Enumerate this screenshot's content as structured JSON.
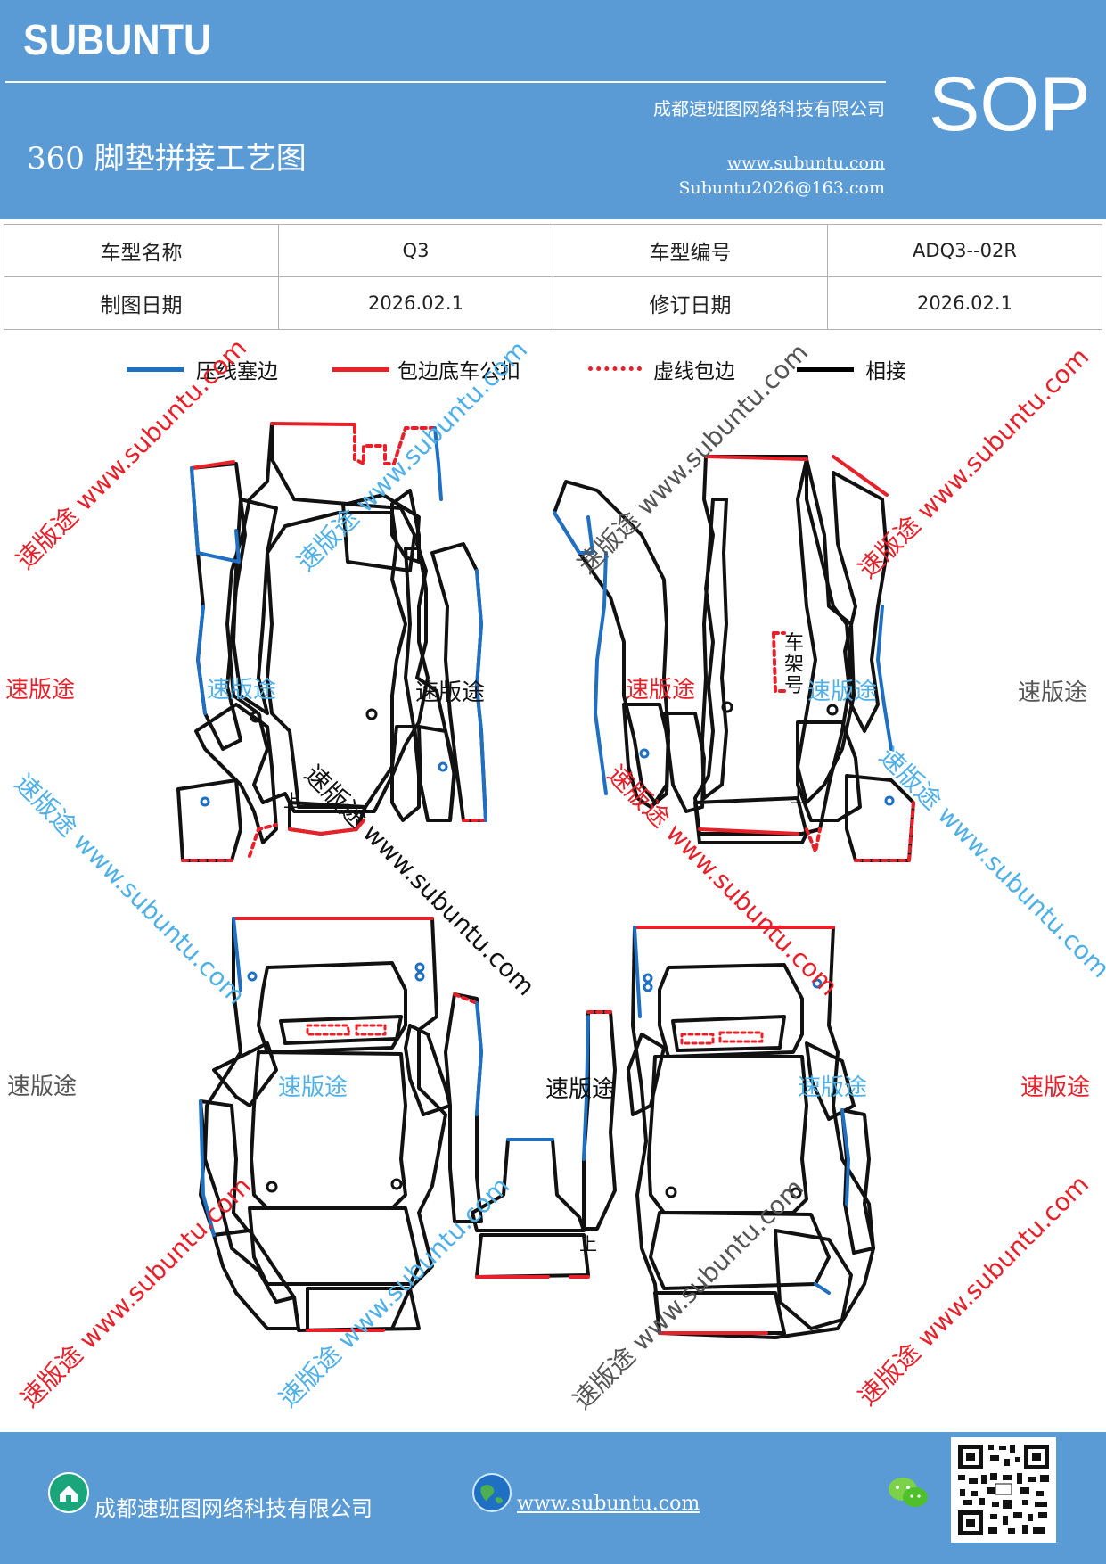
{
  "header": {
    "brand": "SUBUNTU",
    "company": "成都速班图网络科技有限公司",
    "title": "360 脚垫拼接工艺图",
    "url": "www.subuntu.com",
    "email": "Subuntu2026@163.com",
    "sop": "SOP",
    "background": "#5b9bd5"
  },
  "info_table": {
    "rows": [
      [
        "车型名称",
        "Q3",
        "车型编号",
        "ADQ3--02R"
      ],
      [
        "制图日期",
        "2026.02.1",
        "修订日期",
        "2026.02.1"
      ]
    ]
  },
  "legend": [
    {
      "label": "压线塞边",
      "color": "#1f6fc2",
      "style": "solid"
    },
    {
      "label": "包边底车公扣",
      "color": "#e8202a",
      "style": "solid"
    },
    {
      "label": "虚线包边",
      "color": "#e8202a",
      "style": "dotted"
    },
    {
      "label": "相接",
      "color": "#000000",
      "style": "solid"
    }
  ],
  "diagram": {
    "frame_label": "车架号",
    "up_mark": "上",
    "watermark_cn": "速版途",
    "watermark_url": "www.subuntu.com",
    "watermark_combo": "速版途 www.subuntu.com",
    "colors": {
      "blue": "#1f6fc2",
      "red": "#e8202a",
      "black": "#111111",
      "light_blue": "#4fb0e8",
      "gray": "#555555"
    }
  },
  "footer": {
    "company": "成都速班图网络科技有限公司",
    "url": "www.subuntu.com",
    "icons": [
      "company-icon",
      "globe-icon",
      "wechat-icon",
      "qr-code"
    ]
  }
}
